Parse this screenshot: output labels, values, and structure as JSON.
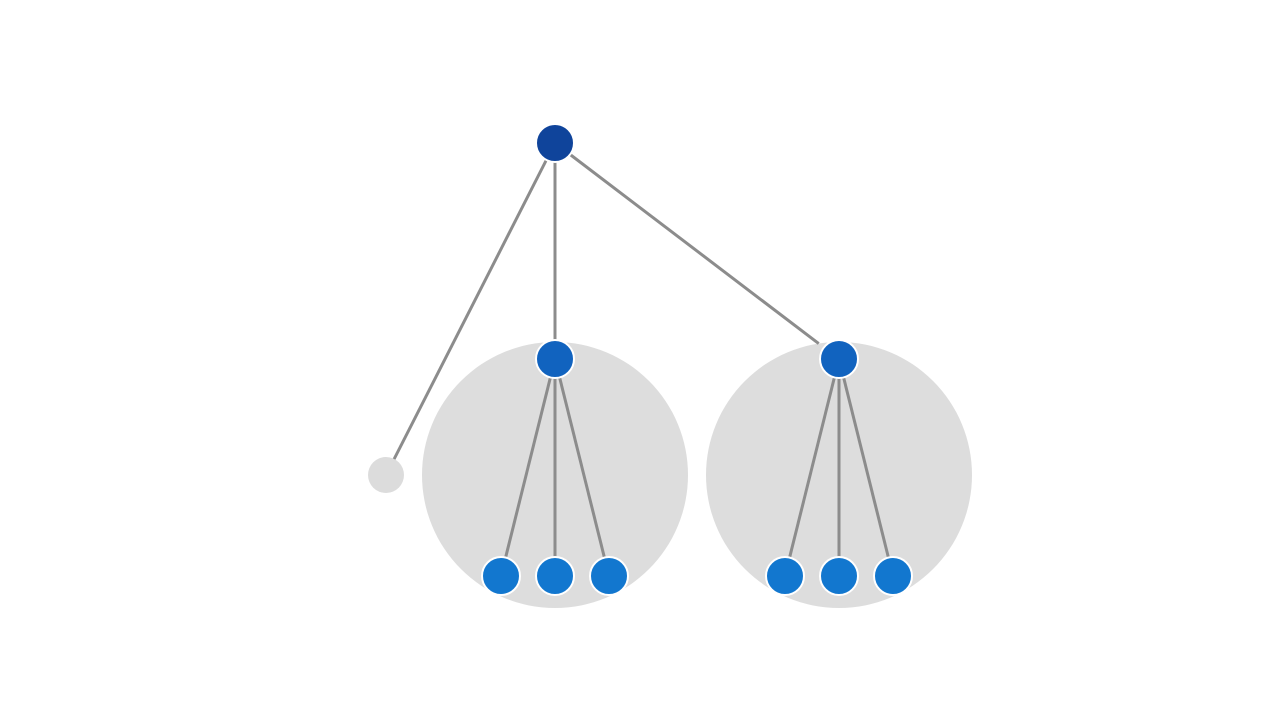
{
  "diagram": {
    "type": "tree",
    "colors": {
      "background": "#ffffff",
      "edge": "#8c8c8c",
      "group_fill": "#dddddd",
      "node_stroke": "#ffffff",
      "root_fill": "#0f449b",
      "child_root_fill": "#1163bf",
      "leaf_fill": "#1277cf",
      "inactive_fill": "#dcdcdc"
    },
    "nodes": [
      {
        "id": "root",
        "role": "root",
        "parent": null
      },
      {
        "id": "inactive-leaf",
        "role": "inactive",
        "parent": "root"
      },
      {
        "id": "group-a-root",
        "role": "child-root",
        "parent": "root",
        "group": "group-a"
      },
      {
        "id": "group-a-leaf-1",
        "role": "leaf",
        "parent": "group-a-root",
        "group": "group-a"
      },
      {
        "id": "group-a-leaf-2",
        "role": "leaf",
        "parent": "group-a-root",
        "group": "group-a"
      },
      {
        "id": "group-a-leaf-3",
        "role": "leaf",
        "parent": "group-a-root",
        "group": "group-a"
      },
      {
        "id": "group-b-root",
        "role": "child-root",
        "parent": "root",
        "group": "group-b",
        "edge_ends_at_group_boundary": true
      },
      {
        "id": "group-b-leaf-1",
        "role": "leaf",
        "parent": "group-b-root",
        "group": "group-b"
      },
      {
        "id": "group-b-leaf-2",
        "role": "leaf",
        "parent": "group-b-root",
        "group": "group-b"
      },
      {
        "id": "group-b-leaf-3",
        "role": "leaf",
        "parent": "group-b-root",
        "group": "group-b"
      }
    ],
    "groups": [
      {
        "id": "group-a"
      },
      {
        "id": "group-b"
      }
    ]
  }
}
